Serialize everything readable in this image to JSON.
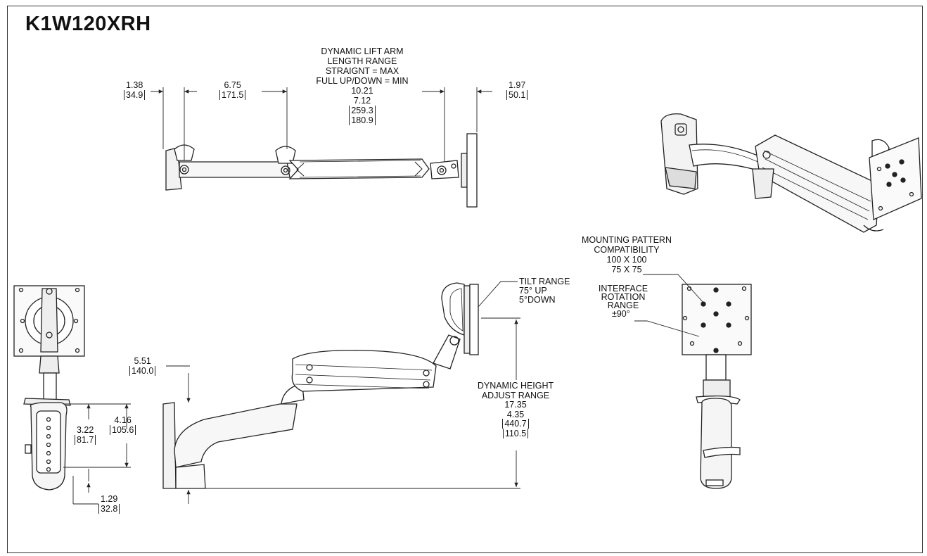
{
  "title": "K1W120XRH",
  "top_view": {
    "dim_a": {
      "in": "1.38",
      "mm": "34.9"
    },
    "dim_b": {
      "in": "6.75",
      "mm": "171.5"
    },
    "dim_c": {
      "in": "1.97",
      "mm": "50.1"
    },
    "lift_arm": [
      "DYNAMIC LIFT ARM",
      "LENGTH RANGE",
      "STRAIGNT = MAX",
      "FULL UP/DOWN = MIN",
      "10.21",
      "7.12"
    ],
    "lift_arm_mm": [
      "259.3",
      "180.9"
    ]
  },
  "mounting": {
    "lines": [
      "MOUNTING PATTERN",
      "COMPATIBILITY",
      "100 X 100",
      "75 X 75"
    ],
    "rotation": [
      "INTERFACE",
      "ROTATION",
      "RANGE"
    ],
    "rotation_value": "±90°"
  },
  "side_view": {
    "tilt": [
      "TILT RANGE",
      "75° UP",
      "5°DOWN"
    ],
    "drop": {
      "in": "5.51",
      "mm": "140.0"
    },
    "height": [
      "DYNAMIC HEIGHT",
      "ADJUST RANGE",
      "17.35",
      "4.35"
    ],
    "height_mm": [
      "440.7",
      "110.5"
    ]
  },
  "front_view": {
    "dim_a": {
      "in": "4.16",
      "mm": "105.6"
    },
    "dim_b": {
      "in": "3.22",
      "mm": "81.7"
    },
    "dim_c": {
      "in": "1.29",
      "mm": "32.8"
    }
  }
}
